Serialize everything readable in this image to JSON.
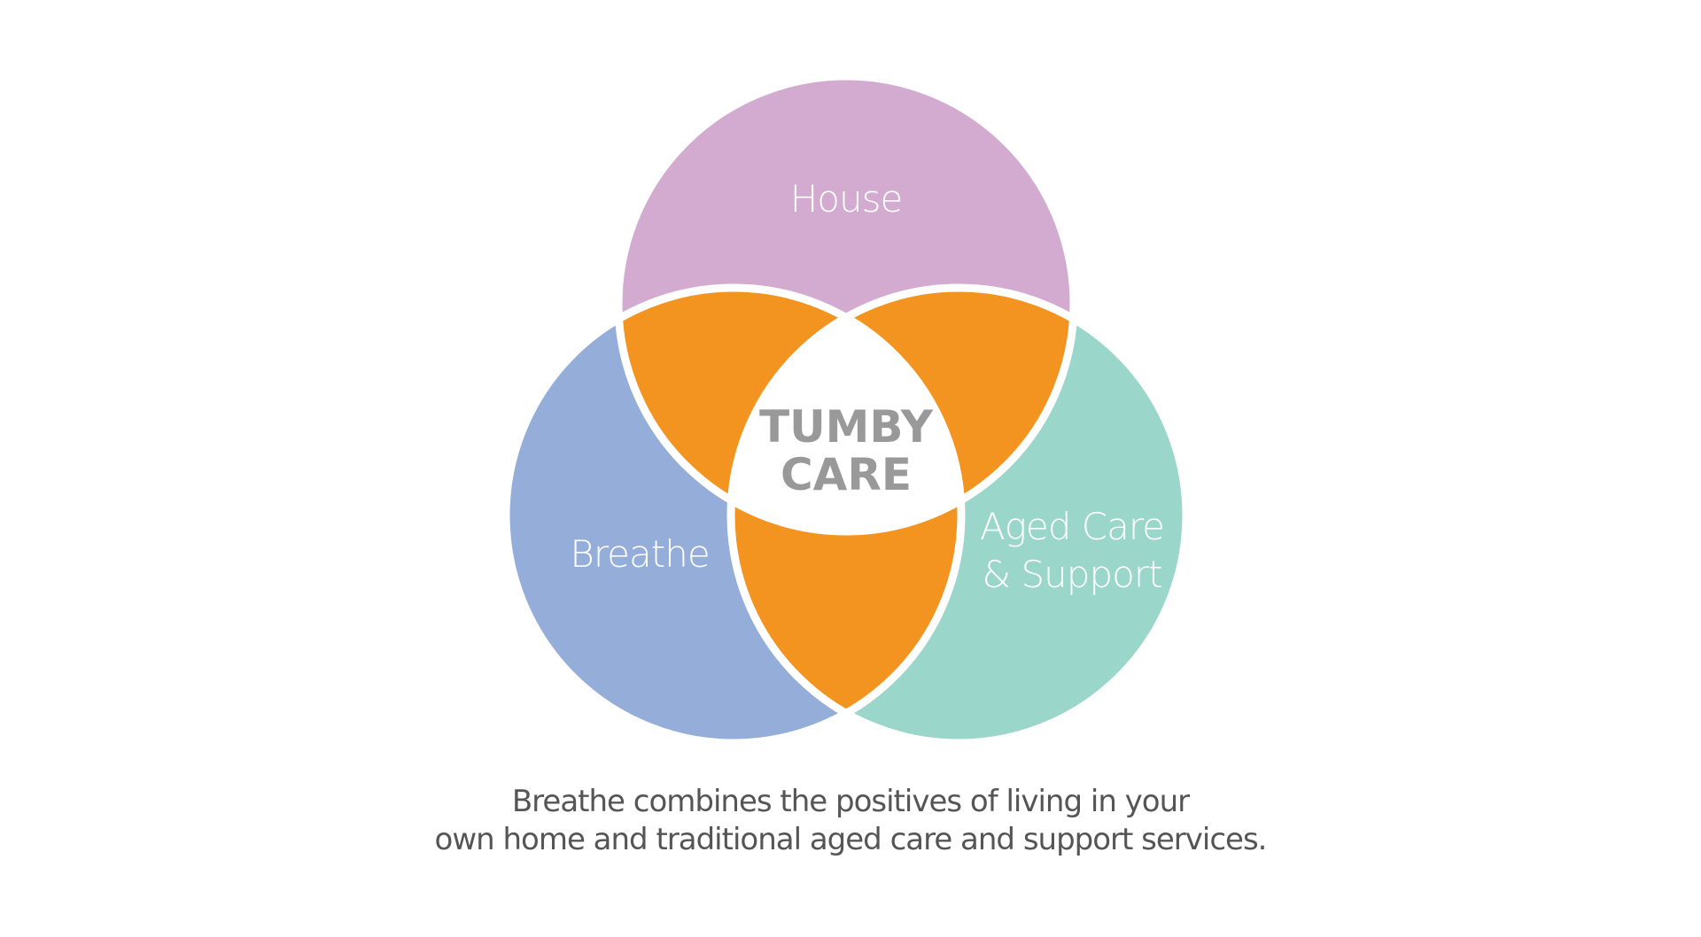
{
  "diagram": {
    "circles": [
      {
        "label": "House",
        "color": "#d3abd0"
      },
      {
        "label": "Breathe",
        "color": "#94aed9"
      },
      {
        "label_line1": "Aged Care",
        "label_line2": "& Support",
        "color": "#9bd6ca"
      }
    ],
    "overlap_color": "#f39420",
    "center_line1": "TUMBY",
    "center_line2": "CARE"
  },
  "caption": {
    "line1": "Breathe combines the positives of living in your",
    "line2": "own home and traditional aged care and support services."
  }
}
